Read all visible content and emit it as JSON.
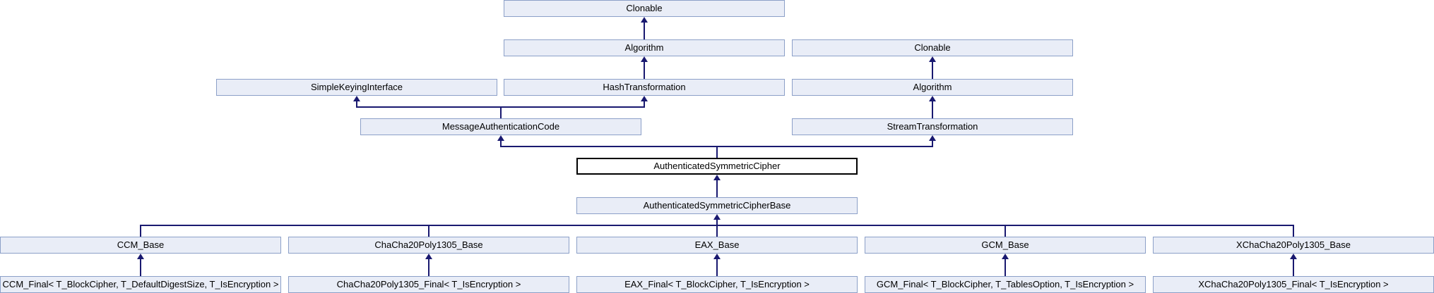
{
  "diagram": {
    "type": "class-inheritance-graph",
    "highlighted_node": "AuthenticatedSymmetricCipher",
    "nodes": [
      {
        "id": "clonable-top",
        "label": "Clonable"
      },
      {
        "id": "algorithm-left",
        "label": "Algorithm"
      },
      {
        "id": "clonable-right",
        "label": "Clonable"
      },
      {
        "id": "simple-keying-interface",
        "label": "SimpleKeyingInterface"
      },
      {
        "id": "hash-transformation",
        "label": "HashTransformation"
      },
      {
        "id": "algorithm-right",
        "label": "Algorithm"
      },
      {
        "id": "message-authentication-code",
        "label": "MessageAuthenticationCode"
      },
      {
        "id": "stream-transformation",
        "label": "StreamTransformation"
      },
      {
        "id": "authenticated-symmetric-cipher",
        "label": "AuthenticatedSymmetricCipher"
      },
      {
        "id": "authenticated-symmetric-cipher-base",
        "label": "AuthenticatedSymmetricCipherBase"
      },
      {
        "id": "ccm-base",
        "label": "CCM_Base"
      },
      {
        "id": "chacha20poly1305-base",
        "label": "ChaCha20Poly1305_Base"
      },
      {
        "id": "eax-base",
        "label": "EAX_Base"
      },
      {
        "id": "gcm-base",
        "label": "GCM_Base"
      },
      {
        "id": "xchacha20poly1305-base",
        "label": "XChaCha20Poly1305_Base"
      },
      {
        "id": "ccm-final",
        "label": "CCM_Final< T_BlockCipher, T_DefaultDigestSize, T_IsEncryption >"
      },
      {
        "id": "chacha20poly1305-final",
        "label": "ChaCha20Poly1305_Final< T_IsEncryption >"
      },
      {
        "id": "eax-final",
        "label": "EAX_Final< T_BlockCipher, T_IsEncryption >"
      },
      {
        "id": "gcm-final",
        "label": "GCM_Final< T_BlockCipher, T_TablesOption, T_IsEncryption >"
      },
      {
        "id": "xchacha20poly1305-final",
        "label": "XChaCha20Poly1305_Final< T_IsEncryption >"
      }
    ],
    "edges": [
      {
        "from": "algorithm-left",
        "to": "clonable-top"
      },
      {
        "from": "hash-transformation",
        "to": "algorithm-left"
      },
      {
        "from": "algorithm-right",
        "to": "clonable-right"
      },
      {
        "from": "stream-transformation",
        "to": "algorithm-right"
      },
      {
        "from": "message-authentication-code",
        "to": "simple-keying-interface"
      },
      {
        "from": "message-authentication-code",
        "to": "hash-transformation"
      },
      {
        "from": "authenticated-symmetric-cipher",
        "to": "message-authentication-code"
      },
      {
        "from": "authenticated-symmetric-cipher",
        "to": "stream-transformation"
      },
      {
        "from": "authenticated-symmetric-cipher-base",
        "to": "authenticated-symmetric-cipher"
      },
      {
        "from": "ccm-base",
        "to": "authenticated-symmetric-cipher-base"
      },
      {
        "from": "chacha20poly1305-base",
        "to": "authenticated-symmetric-cipher-base"
      },
      {
        "from": "eax-base",
        "to": "authenticated-symmetric-cipher-base"
      },
      {
        "from": "gcm-base",
        "to": "authenticated-symmetric-cipher-base"
      },
      {
        "from": "xchacha20poly1305-base",
        "to": "authenticated-symmetric-cipher-base"
      },
      {
        "from": "ccm-final",
        "to": "ccm-base"
      },
      {
        "from": "chacha20poly1305-final",
        "to": "chacha20poly1305-base"
      },
      {
        "from": "eax-final",
        "to": "eax-base"
      },
      {
        "from": "gcm-final",
        "to": "gcm-base"
      },
      {
        "from": "xchacha20poly1305-final",
        "to": "xchacha20poly1305-base"
      }
    ]
  },
  "colors": {
    "node_fill": "#E9EDF7",
    "node_border": "#8CA0C8",
    "edge": "#191970",
    "current_fill": "#FFFFFF",
    "current_border": "#000000",
    "text": "#000000",
    "background": "#FFFFFF"
  }
}
